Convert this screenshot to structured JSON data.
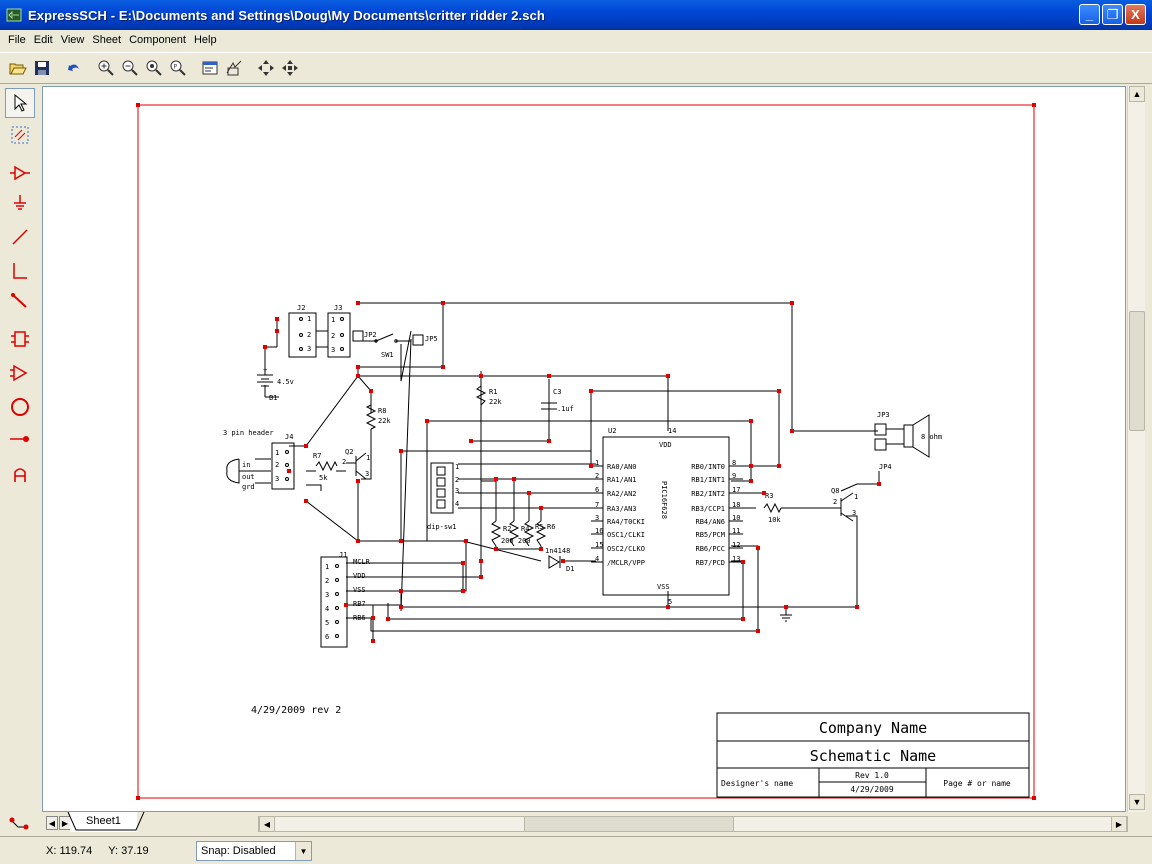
{
  "window": {
    "title": "ExpressSCH - E:\\Documents and Settings\\Doug\\My Documents\\critter ridder 2.sch",
    "minimize": "_",
    "maximize": "❐",
    "close": "X"
  },
  "menu": [
    "File",
    "Edit",
    "View",
    "Sheet",
    "Component",
    "Help"
  ],
  "toolbar_icons": [
    "open-icon",
    "save-icon",
    "undo-icon",
    "zoom-in-icon",
    "zoom-out-icon",
    "zoom-fit-icon",
    "zoom-page-icon",
    "properties-icon",
    "netlist-icon",
    "pan-icon",
    "pan-center-icon"
  ],
  "palette_icons": [
    "pointer-icon",
    "select-region-icon",
    "component-icon",
    "ground-icon",
    "wire-icon",
    "junction-wire-icon",
    "bus-icon",
    "part-icon",
    "amplifier-icon",
    "circle-icon",
    "pin-icon",
    "text-icon"
  ],
  "schematic": {
    "labels": {
      "j2": "J2",
      "j3": "J3",
      "sw1": "SW1",
      "jp2": "JP2",
      "jp5": "JP5",
      "batt": "4.5v",
      "b1": "B1",
      "plus": "+",
      "r8": "R8",
      "r8v": "22k",
      "r1": "R1",
      "r1v": "22k",
      "c3": "C3",
      "c3v": ".1uf",
      "header": "3 pin header",
      "j4": "J4",
      "in": "in",
      "out": "out",
      "grd": "grd",
      "r7": "R7",
      "r7v": "5k",
      "q2": "Q2",
      "dipsw": "dip-sw1",
      "r2": "R2",
      "r4": "R4",
      "r5": "R5",
      "r6": "R6",
      "rvals": "200 200",
      "diode": "1n4148",
      "d1": "D1",
      "u2": "U2",
      "vdd": "VDD",
      "vss": "VSS",
      "chip": "PIC16F628",
      "jp3": "JP3",
      "jp4": "JP4",
      "spk": "8 ohm",
      "q8": "Q8",
      "r3": "R3",
      "r3v": "10k",
      "j1": "J1",
      "rev": "4/29/2009 rev 2"
    },
    "left_pins": [
      {
        "name": "RA0/AN0",
        "num": "1"
      },
      {
        "name": "RA1/AN1",
        "num": "2"
      },
      {
        "name": "RA2/AN2",
        "num": "6"
      },
      {
        "name": "RA3/AN3",
        "num": "7"
      },
      {
        "name": "RA4/T0CKI",
        "num": "3"
      },
      {
        "name": "OSC1/CLKI",
        "num": "16"
      },
      {
        "name": "OSC2/CLKO",
        "num": "15"
      },
      {
        "name": "/MCLR/VPP",
        "num": "4"
      }
    ],
    "right_pins": [
      {
        "name": "RB0/INT0",
        "num": "8"
      },
      {
        "name": "RB1/INT1",
        "num": "9"
      },
      {
        "name": "RB2/INT2",
        "num": "17"
      },
      {
        "name": "RB3/CCP1",
        "num": "18"
      },
      {
        "name": "RB4/AN6",
        "num": "10"
      },
      {
        "name": "RB5/PCM",
        "num": "11"
      },
      {
        "name": "RB6/PCC",
        "num": "12"
      },
      {
        "name": "RB7/PCD",
        "num": "13"
      }
    ],
    "j1_pins": [
      {
        "num": "1",
        "name": "MCLR"
      },
      {
        "num": "2",
        "name": "VDD"
      },
      {
        "num": "3",
        "name": "VSS"
      },
      {
        "num": "4",
        "name": "RB7"
      },
      {
        "num": "5",
        "name": "RB6"
      },
      {
        "num": "6",
        "name": ""
      }
    ],
    "titleblock": {
      "company": "Company Name",
      "schematic": "Schematic Name",
      "designer": "Designer's name",
      "rev": "Rev 1.0",
      "date": "4/29/2009",
      "page": "Page # or name"
    }
  },
  "tabs": {
    "sheet": "Sheet1"
  },
  "status": {
    "x": "X: 119.74",
    "y": "Y: 37.19",
    "snap": "Snap: Disabled"
  },
  "colors": {
    "wire": "#000000",
    "junction": "#e00000",
    "border": "#e00000",
    "palette_icon": "#e00000"
  }
}
